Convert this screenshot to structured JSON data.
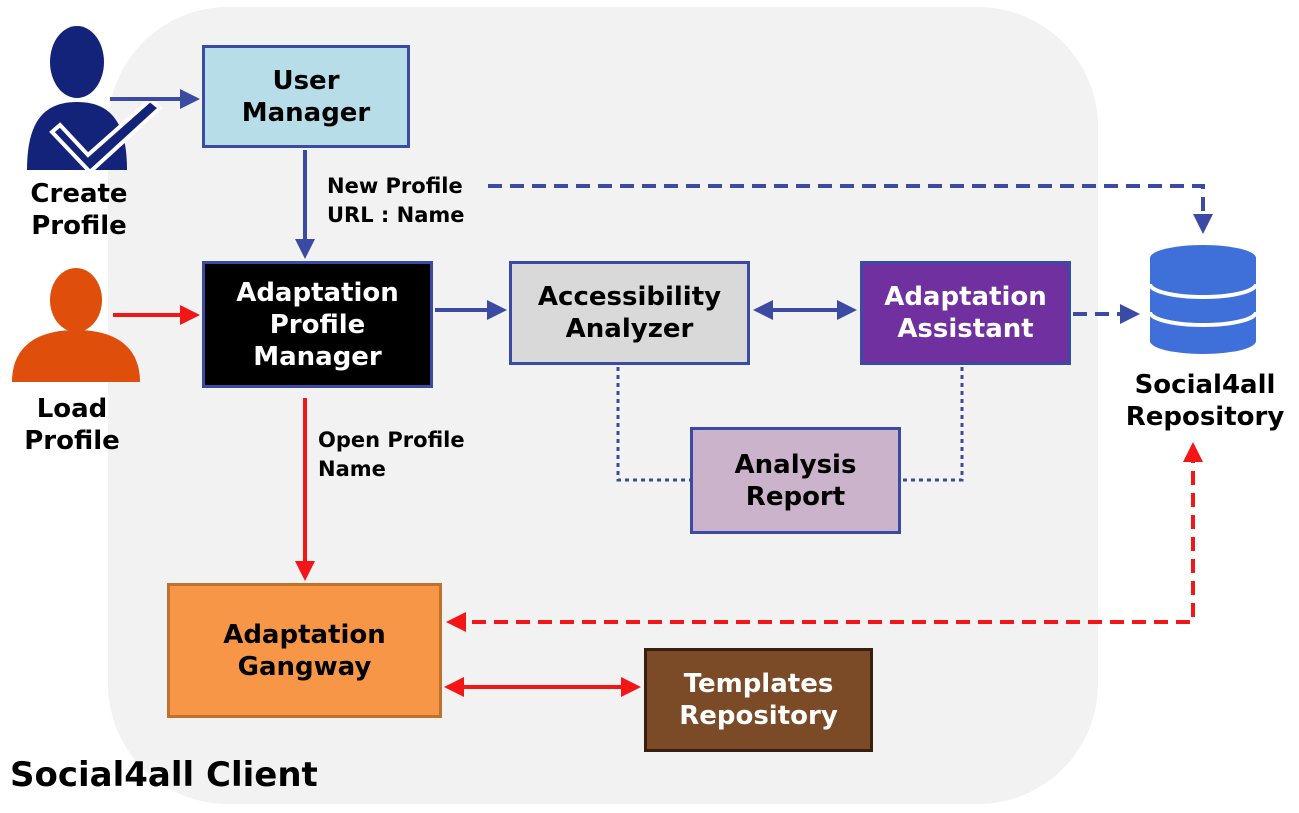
{
  "client": {
    "title": "Social4all Client"
  },
  "actors": {
    "create_profile": {
      "line1": "Create",
      "line2": "Profile",
      "color": "#14237a"
    },
    "load_profile": {
      "line1": "Load",
      "line2": "Profile",
      "color": "#e04e0c"
    }
  },
  "components": {
    "user_manager": {
      "line1": "User",
      "line2": "Manager"
    },
    "adaptation_profile_manager": {
      "line1": "Adaptation",
      "line2": "Profile",
      "line3": "Manager"
    },
    "accessibility_analyzer": {
      "line1": "Accessibility",
      "line2": "Analyzer"
    },
    "adaptation_assistant": {
      "line1": "Adaptation",
      "line2": "Assistant"
    },
    "analysis_report": {
      "line1": "Analysis",
      "line2": "Report"
    },
    "adaptation_gangway": {
      "line1": "Adaptation",
      "line2": "Gangway"
    },
    "templates_repository": {
      "line1": "Templates",
      "line2": "Repository"
    }
  },
  "repository": {
    "line1": "Social4all",
    "line2": "Repository",
    "color": "#3f6fd8"
  },
  "edge_labels": {
    "new_profile": {
      "line1": "New Profile",
      "line2": "URL : Name"
    },
    "open_profile": {
      "line1": "Open Profile",
      "line2": "Name"
    }
  },
  "colors": {
    "blue_arrow": "#3b4aa3",
    "red_arrow": "#f21616"
  }
}
